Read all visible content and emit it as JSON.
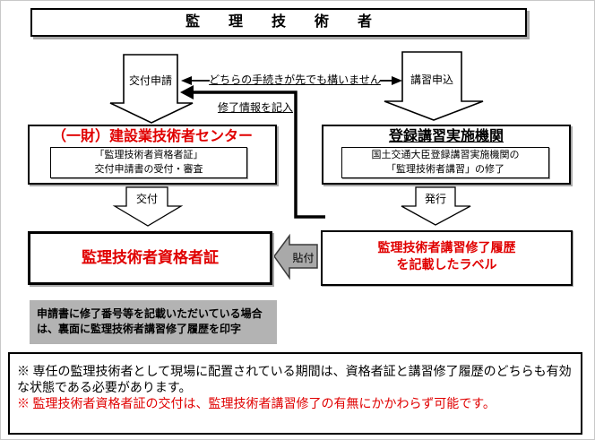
{
  "header": {
    "title": "監　　理　　技　　術　　者"
  },
  "flow": {
    "apply_issue_label": "交付申請",
    "apply_course_label": "講習申込",
    "order_note": "どちらの手続きが先でも構いません",
    "completion_info_note": "修了情報を記入",
    "center_left": {
      "title": "（一財）建設業技術者センター",
      "sub_line1": "「監理技術者資格者証」",
      "sub_line2": "交付申請書の受付・審査"
    },
    "center_right": {
      "title": "登録講習実施機関",
      "sub_line1": "国土交通大臣登録講習実施機関の",
      "sub_line2": "「監理技術者講習」の修了"
    },
    "deliver_label": "交付",
    "issue_label": "発行",
    "paste_label": "貼付",
    "certificate_title": "監理技術者資格者証",
    "label_box": {
      "line1": "監理技術者講習修了履歴",
      "line2": "を記載したラベル"
    },
    "print_note": {
      "line1": "申請書に修了番号等を記載いただいている場合",
      "line2": "は、裏面に監理技術者講習修了履歴を印字"
    }
  },
  "footnotes": {
    "note_black": "※ 専任の監理技術者として現場に配置されている期間は、資格者証と講習修了履歴のどちらも有効な状態である必要があります。",
    "note_red": "※ 監理技術者資格者証の交付は、監理技術者講習修了の有無にかかわらず可能です。"
  },
  "colors": {
    "accent_red": "#e00000",
    "gray_fill": "#b3b3b3",
    "arrow_gray": "#a9a9a9"
  }
}
